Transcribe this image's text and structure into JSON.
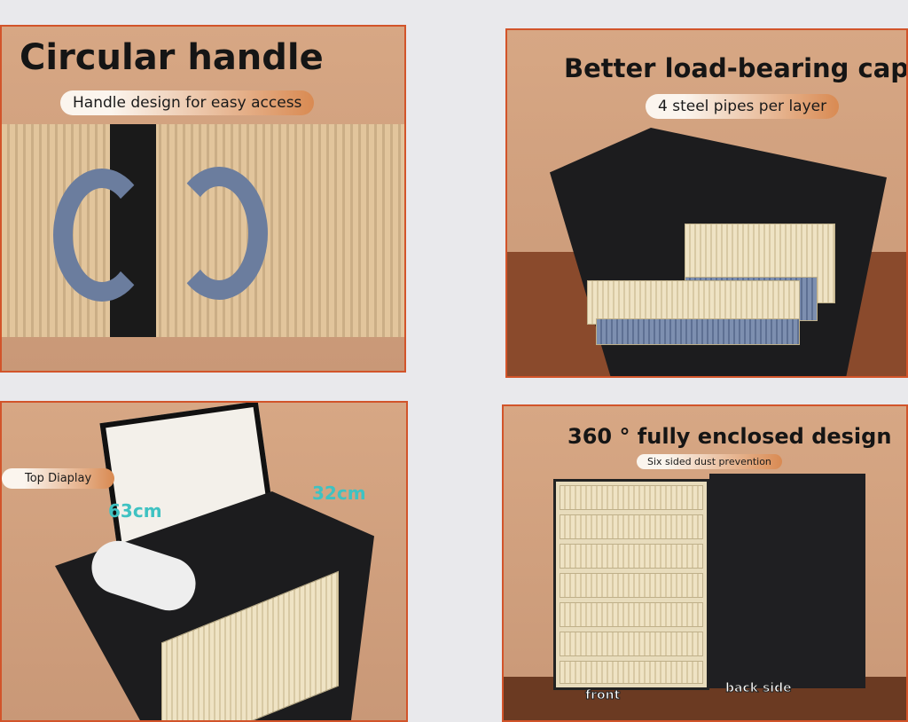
{
  "panels": [
    {
      "title": "Circular handle",
      "subtitle": "Handle design for easy access"
    },
    {
      "title": "Better load-bearing capacity",
      "subtitle": "4 steel pipes per layer"
    },
    {
      "label": "Top Diaplay",
      "dim_width": "63cm",
      "dim_depth": "32cm"
    },
    {
      "title": "360 °  fully enclosed design",
      "subtitle": "Six sided dust prevention",
      "front_label": "front",
      "back_label": "back side"
    }
  ],
  "colors": {
    "border": "#d2542a",
    "background": "#c99877",
    "cabinet": "#1c1c1e",
    "drawer": "#efe3c4",
    "handle": "#5a6d92"
  }
}
